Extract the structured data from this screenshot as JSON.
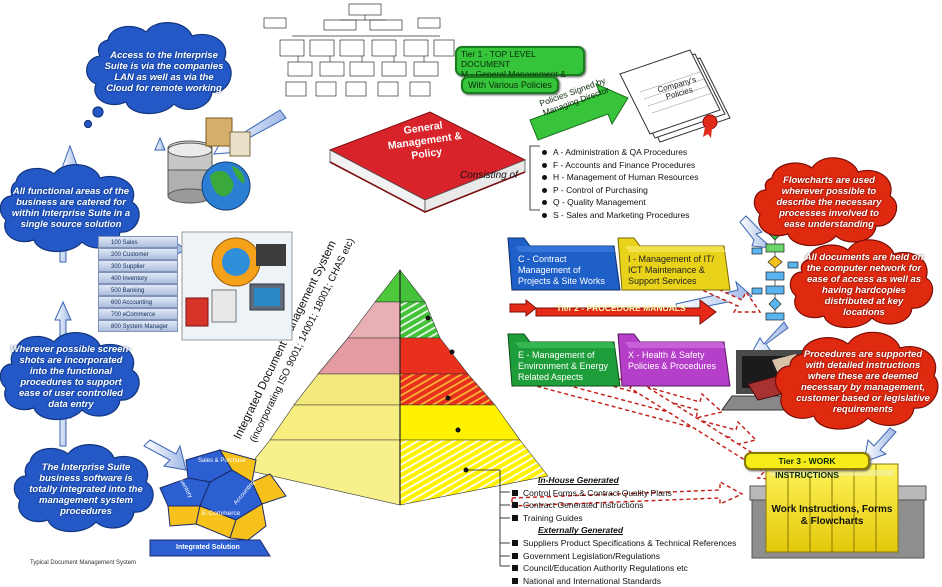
{
  "tier1": {
    "label": "Tier 1 - TOP LEVEL DOCUMENT",
    "subtitle": "M - General Management & Policy",
    "policies_pill": "With Various Policies",
    "arrow_label": "Policies Signed by Managing Director",
    "policies_doc": "Company's Policies",
    "book_title": "General Management & Policy",
    "consisting_of": "Consisting of",
    "items": [
      "A - Administration & QA Procedures",
      "F - Accounts and Finance Procedures",
      "H - Management of Human Resources",
      "P - Control of Purchasing",
      "Q - Quality Management",
      "S - Sales and Marketing Procedures"
    ]
  },
  "tier2": {
    "label": "Tier 2 - PROCEDURE MANUALS",
    "folders": [
      {
        "text": "C - Contract Management of Projects & Site Works",
        "color": "#1f5fc8"
      },
      {
        "text": "I - Management of IT/ ICT Maintenance & Support Services",
        "color": "#e9d21a"
      },
      {
        "text": "E - Management of Environment & Energy Related Aspects",
        "color": "#1e9e3a"
      },
      {
        "text": "X - Health & Safety Policies & Procedures",
        "color": "#b53fc8"
      }
    ]
  },
  "tier3": {
    "label": "Tier 3 - WORK INSTRUCTIONS",
    "binder_text": "Work Instructions, Forms & Flowcharts"
  },
  "pyramid_title": "Integrated Document Management System",
  "pyramid_subtitle": "(incorporating ISO 9001; 14001; 18001; CHAS etc)",
  "sources": {
    "inhouse_heading": "In-House Generated",
    "inhouse": [
      "Control Forms & Contract Quality Plans",
      "Contract Generated Instructions",
      "Training Guides"
    ],
    "external_heading": "Externally Generated",
    "external": [
      "Suppliers Product Specifications & Technical References",
      "Government Legislation/Regulations",
      "Council/Education Authority Regulations etc",
      "National and International Standards"
    ]
  },
  "left_clouds": [
    "Access to the Interprise Suite is via the companies LAN as well as via the Cloud for remote working",
    "All functional areas of the business are catered for within Interprise Suite in a single source solution",
    "Wherever possible screen-shots are incorporated into the functional procedures to support ease of user controlled data entry",
    "The Interprise Suite business software is totally integrated into the management system procedures"
  ],
  "right_clouds": [
    "Flowcharts are used wherever possible to describe the necessary processes involved to ease understanding",
    "All documents are held on the computer network for ease of access as well as having hardcopies distributed at key locations",
    "Procedures are supported with detailed instructions where these are deemed necessary by management, customer based or legislative requirements"
  ],
  "suite_menu": [
    "100 Sales",
    "200 Customer",
    "300 Supplier",
    "400 Inventory",
    "500 Banking",
    "600 Accounting",
    "700 eCommerce",
    "800 System Manager"
  ],
  "puzzle": {
    "pieces": [
      "Sales & Purchase",
      "Inventory",
      "Accounting",
      "E-Commerce"
    ],
    "caption": "Integrated Solution"
  },
  "footer_caption": "Typical Document Management System",
  "colors": {
    "cloud_blue": "#2458c6",
    "cloud_red": "#e02a10",
    "tier_green": "#35c43a",
    "tier2_red": "#e52a17",
    "tier3_yellow": "#f5ec1a",
    "book_red": "#d8232a"
  }
}
